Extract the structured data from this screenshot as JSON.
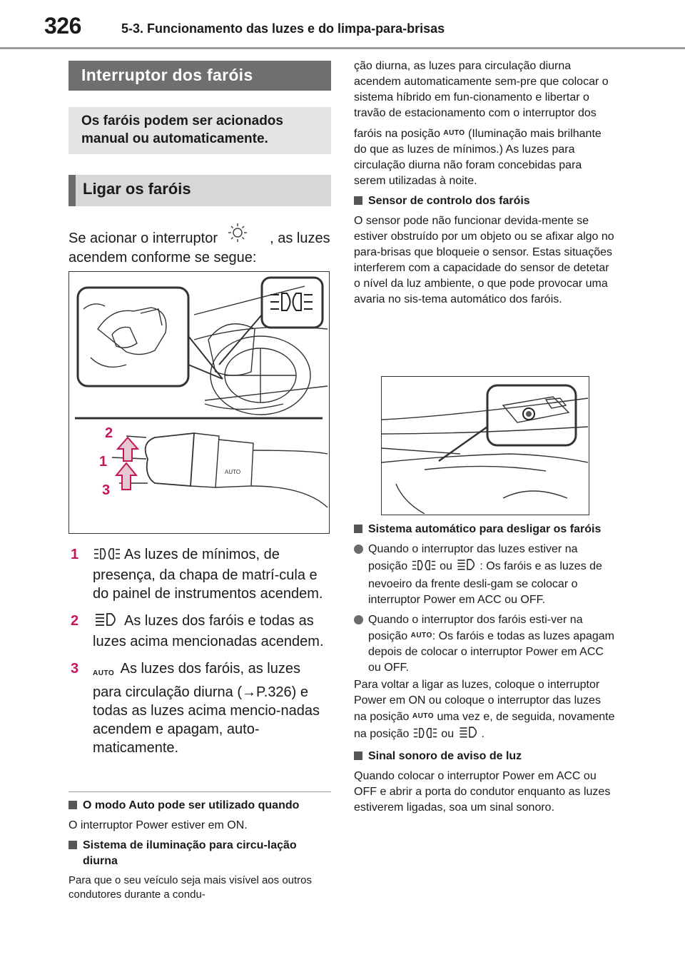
{
  "header": {
    "page_number": "326",
    "section": "5-3. Funcionamento das luzes e do limpa-para-brisas"
  },
  "boxes": {
    "title": "Interruptor dos faróis",
    "summary": "Os faróis podem ser acionados manual ou automaticamente.",
    "subtitle": "Ligar os faróis"
  },
  "intro": {
    "before": "Se acionar o interruptor",
    "after": ", as luzes acendem conforme se segue:"
  },
  "figure1": {
    "labels": [
      "2",
      "1",
      "3"
    ]
  },
  "steps": [
    {
      "num": "1",
      "icon": "parking-light-icon",
      "text": "As luzes de mínimos, de presença, da chapa de matrí-cula e do painel de instrumentos acendem."
    },
    {
      "num": "2",
      "icon": "headlight-icon",
      "text": "As luzes dos faróis e todas as luzes acima mencionadas acendem."
    },
    {
      "num": "3",
      "icon": "auto-icon",
      "auto": "AUTO",
      "text": "As luzes dos faróis, as luzes para circulação diurna (→P.326) e todas as luzes acima mencio-nadas acendem e apagam, auto-maticamente."
    }
  ],
  "left_notes": {
    "h1": "O modo Auto pode ser utilizado quando",
    "p1": "O interruptor Power estiver em ON.",
    "h2": "Sistema de iluminação para circu-lação diurna",
    "p2": "Para que o seu veículo seja mais visível aos outros condutores durante a condu-"
  },
  "right": {
    "p_cont_a": "ção diurna, as luzes para circulação diurna acendem automaticamente sem-pre que colocar o sistema híbrido em fun-cionamento e libertar o travão de estacionamento com o interruptor dos",
    "p_cont_b1": "faróis na posição",
    "auto": "AUTO",
    "p_cont_b2": "(Iluminação mais brilhante do que as luzes de mínimos.) As luzes para circulação diurna não foram concebidas para serem utilizadas à noite.",
    "h_sensor": "Sensor de controlo dos faróis",
    "p_sensor": "O sensor pode não funcionar devida-mente se estiver obstruído por um objeto ou se afixar algo no para-brisas que bloqueie o sensor. Estas situações interferem com a capacidade do sensor de detetar o nível da luz ambiente, o que pode provocar uma avaria no sis-tema automático dos faróis.",
    "h_auto_off": "Sistema automático para desligar os faróis",
    "b1_a": "Quando o interruptor das luzes estiver na posição",
    "b1_or": "ou",
    "b1_b": ": Os faróis e as luzes de nevoeiro da frente desli-gam se colocar o interruptor Power em ACC ou OFF.",
    "b2_a": "Quando o interruptor dos faróis esti-ver na posição",
    "b2_b": ": Os faróis e todas as luzes apagam depois de colocar o interruptor Power em ACC ou OFF.",
    "p_again_a": "Para voltar a ligar as luzes, coloque o interruptor Power em ON ou coloque o interruptor das luzes na posição",
    "p_again_b": "uma vez e, de seguida, novamente na posição",
    "p_again_or": "ou",
    "p_again_end": ".",
    "h_buzzer": "Sinal sonoro de aviso de luz",
    "p_buzzer": "Quando colocar o interruptor Power em ACC ou OFF e abrir a porta do condutor enquanto as luzes estiverem ligadas, soa um sinal sonoro."
  }
}
